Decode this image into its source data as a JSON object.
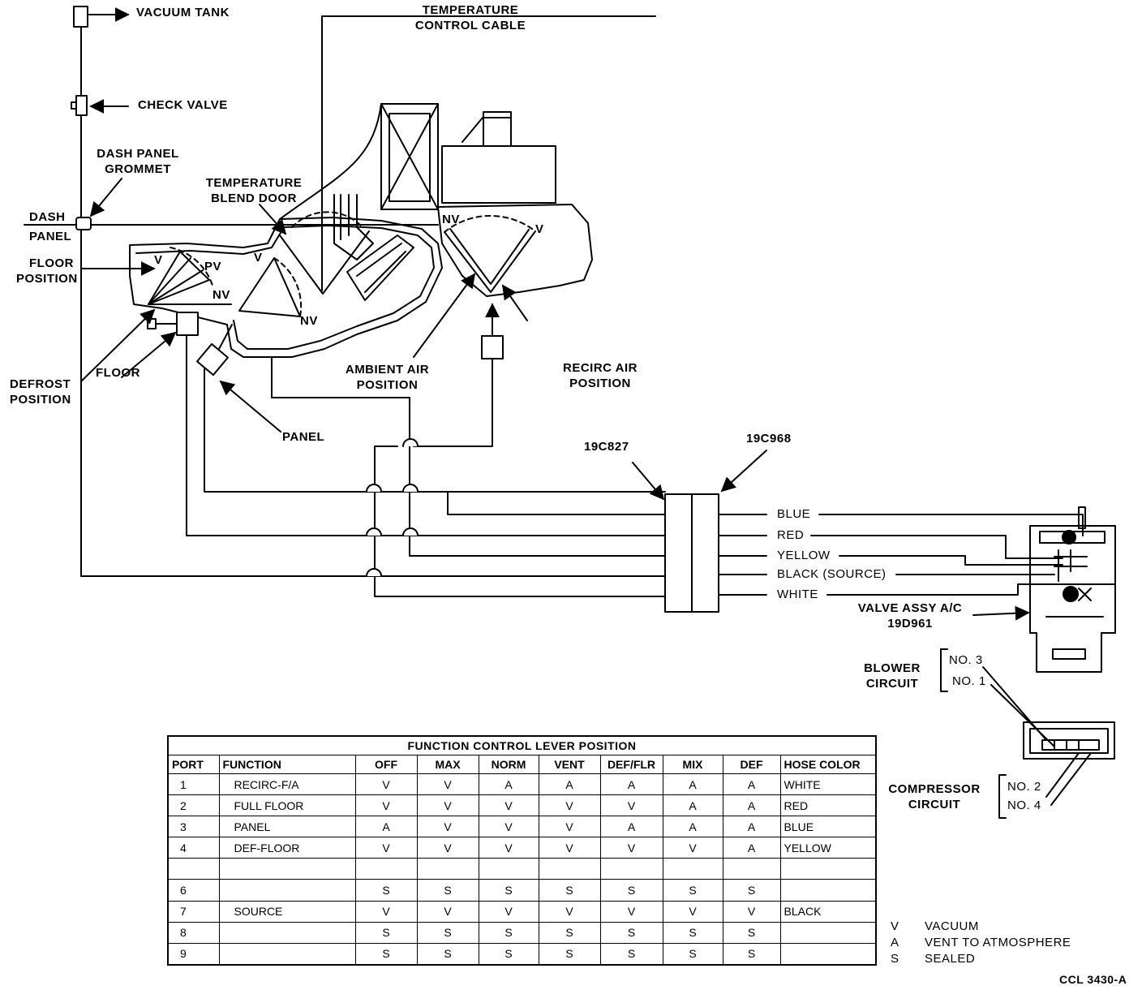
{
  "labels": {
    "vacuum_tank": "VACUUM TANK",
    "check_valve": "CHECK VALVE",
    "dash_panel_grommet_1": "DASH PANEL",
    "dash_panel_grommet_2": "GROMMET",
    "dash_panel_1": "DASH",
    "dash_panel_2": "PANEL",
    "floor_position_1": "FLOOR",
    "floor_position_2": "POSITION",
    "defrost_position_1": "DEFROST",
    "defrost_position_2": "POSITION",
    "floor": "FLOOR",
    "panel": "PANEL",
    "temp_control_cable_1": "TEMPERATURE",
    "temp_control_cable_2": "CONTROL CABLE",
    "temp_blend_door_1": "TEMPERATURE",
    "temp_blend_door_2": "BLEND DOOR",
    "ambient_air_1": "AMBIENT AIR",
    "ambient_air_2": "POSITION",
    "recirc_air_1": "RECIRC AIR",
    "recirc_air_2": "POSITION",
    "v": "V",
    "pv": "PV",
    "nv": "NV",
    "connector_left": "19C827",
    "connector_right": "19C968",
    "hose_blue": "BLUE",
    "hose_red": "RED",
    "hose_yellow": "YELLOW",
    "hose_black": "BLACK (SOURCE)",
    "hose_white": "WHITE",
    "valve_assy_1": "VALVE ASSY A/C",
    "valve_assy_2": "19D961",
    "blower_circuit_1": "BLOWER",
    "blower_circuit_2": "CIRCUIT",
    "no3": "NO. 3",
    "no1": "NO. 1",
    "compressor_circuit_1": "COMPRESSOR",
    "compressor_circuit_2": "CIRCUIT",
    "no2": "NO. 2",
    "no4": "NO. 4",
    "figure_id": "CCL 3430-A"
  },
  "table": {
    "title": "FUNCTION CONTROL LEVER POSITION",
    "headers": [
      "PORT",
      "FUNCTION",
      "OFF",
      "MAX",
      "NORM",
      "VENT",
      "DEF/FLR",
      "MIX",
      "DEF",
      "HOSE COLOR"
    ],
    "rows": [
      [
        "1",
        "RECIRC-F/A",
        "V",
        "V",
        "A",
        "A",
        "A",
        "A",
        "A",
        "WHITE"
      ],
      [
        "2",
        "FULL FLOOR",
        "V",
        "V",
        "V",
        "V",
        "V",
        "A",
        "A",
        "RED"
      ],
      [
        "3",
        "PANEL",
        "A",
        "V",
        "V",
        "V",
        "A",
        "A",
        "A",
        "BLUE"
      ],
      [
        "4",
        "DEF-FLOOR",
        "V",
        "V",
        "V",
        "V",
        "V",
        "V",
        "A",
        "YELLOW"
      ],
      [
        "",
        "",
        "",
        "",
        "",
        "",
        "",
        "",
        "",
        ""
      ],
      [
        "6",
        "",
        "S",
        "S",
        "S",
        "S",
        "S",
        "S",
        "S",
        ""
      ],
      [
        "7",
        "SOURCE",
        "V",
        "V",
        "V",
        "V",
        "V",
        "V",
        "V",
        "BLACK"
      ],
      [
        "8",
        "",
        "S",
        "S",
        "S",
        "S",
        "S",
        "S",
        "S",
        ""
      ],
      [
        "9",
        "",
        "S",
        "S",
        "S",
        "S",
        "S",
        "S",
        "S",
        ""
      ]
    ]
  },
  "legend": [
    {
      "key": "V",
      "value": "VACUUM"
    },
    {
      "key": "A",
      "value": "VENT TO ATMOSPHERE"
    },
    {
      "key": "S",
      "value": "SEALED"
    }
  ]
}
